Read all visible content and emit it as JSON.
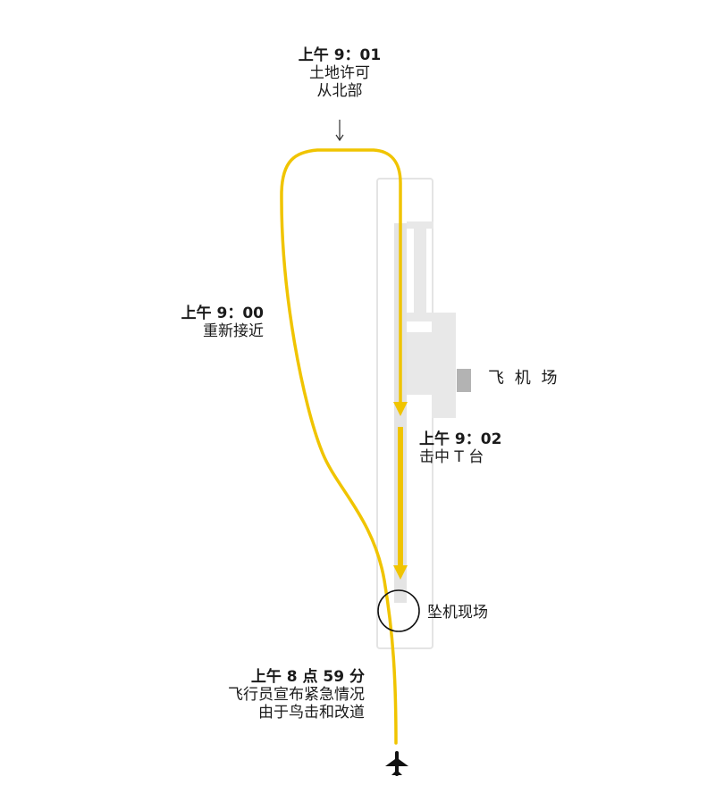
{
  "annotations": {
    "top": {
      "time": "上午 9：01",
      "line1": "土地许可",
      "line2": "从北部"
    },
    "left": {
      "time": "上午 9：00",
      "line1": "重新接近"
    },
    "right": {
      "time": "上午 9：02",
      "line1": "击中 T 台"
    },
    "bottom": {
      "time": "上午 8 点 59 分",
      "line1": "飞行员宣布紧急情况",
      "line2": "由于鸟击和改道"
    }
  },
  "places": {
    "airport": "飞 机 场",
    "crash_site": "坠机现场"
  },
  "colors": {
    "path": "#f0c400",
    "runway": "#e4e4e4",
    "terminal": "#b3b3b3",
    "text": "#1a1a1a"
  },
  "icons": {
    "plane": "airplane-icon",
    "pointer": "down-arrow-icon"
  }
}
